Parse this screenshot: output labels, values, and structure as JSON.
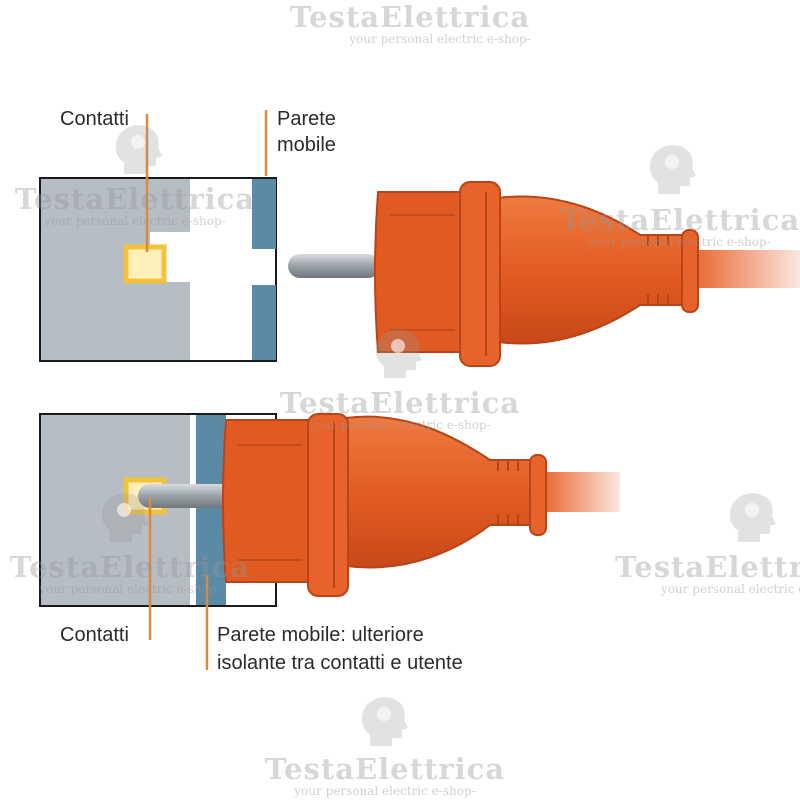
{
  "watermark": {
    "brand": "TestaElettrica",
    "tagline": "your personal electric e-shop-",
    "icon": "bulb-head-icon"
  },
  "diagram": {
    "top_labels": {
      "contacts": "Contatti",
      "wall_line1": "Parete",
      "wall_line2": "mobile"
    },
    "bottom_labels": {
      "contacts": "Contatti",
      "wall_line1": "Parete mobile: ulteriore",
      "wall_line2": "isolante tra contatti e utente"
    }
  },
  "colors": {
    "socket_body": "#b7bdc4",
    "movable_wall": "#5b8aa6",
    "contact": "#f2c23a",
    "plug_orange": "#e8622b",
    "plug_dark": "#b8441a",
    "leader_line": "#d98a3e",
    "pin": "#a7adb3"
  }
}
